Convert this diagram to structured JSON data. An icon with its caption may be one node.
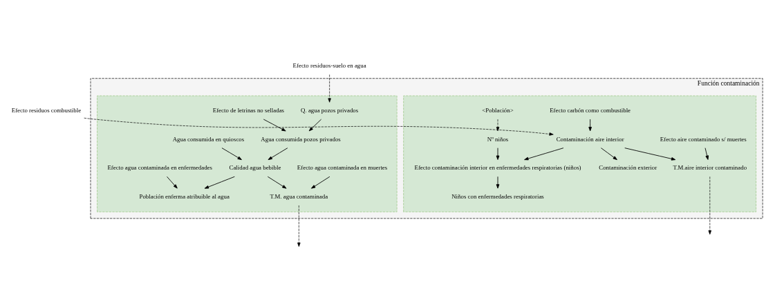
{
  "diagram": {
    "nodes": [
      {
        "text": [
          "Función contaminación"
        ]
      },
      {
        "text": [],
        "shape": "box",
        "in": 0
      },
      {
        "text": [],
        "shape": "box",
        "in": 0
      },
      {
        "text": [
          "Efecto residuos combustible"
        ]
      },
      {
        "text": [
          "Efecto residuos-suelo en agua"
        ]
      },
      {
        "text": [
          "Efecto carbón como combustible"
        ],
        "in": 1
      },
      {
        "text": [
          "Efecto aire contaminado s/ muertes"
        ],
        "in": 1
      },
      {
        "text": [
          "Contaminación aire interior"
        ],
        "in": 1
      },
      {
        "text": [
          "Contaminación exterior"
        ],
        "in": 1
      },
      {
        "text": [
          "T.M.aire interior contaminado"
        ],
        "in": 1
      },
      {
        "text": [
          "Nº niños"
        ],
        "in": 1
      },
      {
        "text": [
          "Niños con enfermedades respiratorias"
        ],
        "in": 1
      },
      {
        "text": [
          "Efecto contaminación interior en enfermedades respiratorias (niños)"
        ],
        "in": 1
      },
      {
        "text": [
          "<Población>"
        ],
        "in": 1
      },
      {
        "text": [
          "Q. agua pozos privados"
        ],
        "in": 2
      },
      {
        "text": [
          "Efecto de letrinas no selladas"
        ],
        "in": 2
      },
      {
        "text": [
          "Agua consumida pozos privados"
        ],
        "in": 2
      },
      {
        "text": [
          "Agua consumida en quioscos"
        ],
        "in": 2
      },
      {
        "text": [
          "Calidad agua bebible"
        ],
        "in": 2
      },
      {
        "text": [
          "Efecto agua contaminada en muertes"
        ],
        "in": 2
      },
      {
        "text": [
          "Efecto agua contaminada en enfermedades"
        ],
        "in": 2
      },
      {
        "text": [
          "T.M. agua contaminada"
        ],
        "in": 2
      },
      {
        "text": [
          "Población enferma atribuible al agua"
        ],
        "in": 2
      }
    ],
    "edges": [
      {
        "from": 3,
        "to": 7,
        "arrow": "to",
        "style": "dashed"
      },
      {
        "from": 5,
        "to": 7,
        "arrow": "to"
      },
      {
        "from": 6,
        "to": 9,
        "arrow": "to"
      },
      {
        "from": 7,
        "to": 8,
        "arrow": "to"
      },
      {
        "from": 7,
        "to": 9,
        "arrow": "to"
      },
      {
        "from": 7,
        "to": 12,
        "arrow": "to"
      },
      {
        "from": 10,
        "to": 12,
        "arrow": "to"
      },
      {
        "from": 12,
        "to": 11,
        "arrow": "to"
      },
      {
        "from": 13,
        "to": 10,
        "arrow": "to",
        "style": "dashed"
      },
      {
        "from": 9,
        "to": null,
        "arrow": "to",
        "style": "dashed"
      },
      {
        "from": 21,
        "to": null,
        "arrow": "to",
        "style": "dashed"
      },
      {
        "from": 4,
        "to": 14,
        "arrow": "to",
        "style": "dashed"
      },
      {
        "from": 14,
        "to": 16,
        "arrow": "to"
      },
      {
        "from": 15,
        "to": 16,
        "arrow": "to"
      },
      {
        "from": 16,
        "to": 18,
        "arrow": "to"
      },
      {
        "from": 17,
        "to": 18,
        "arrow": "to"
      },
      {
        "from": 18,
        "to": 21,
        "arrow": "to"
      },
      {
        "from": 19,
        "to": 21,
        "arrow": "to"
      },
      {
        "from": 18,
        "to": 22,
        "arrow": "to"
      },
      {
        "from": 20,
        "to": 22,
        "arrow": "to"
      }
    ]
  }
}
